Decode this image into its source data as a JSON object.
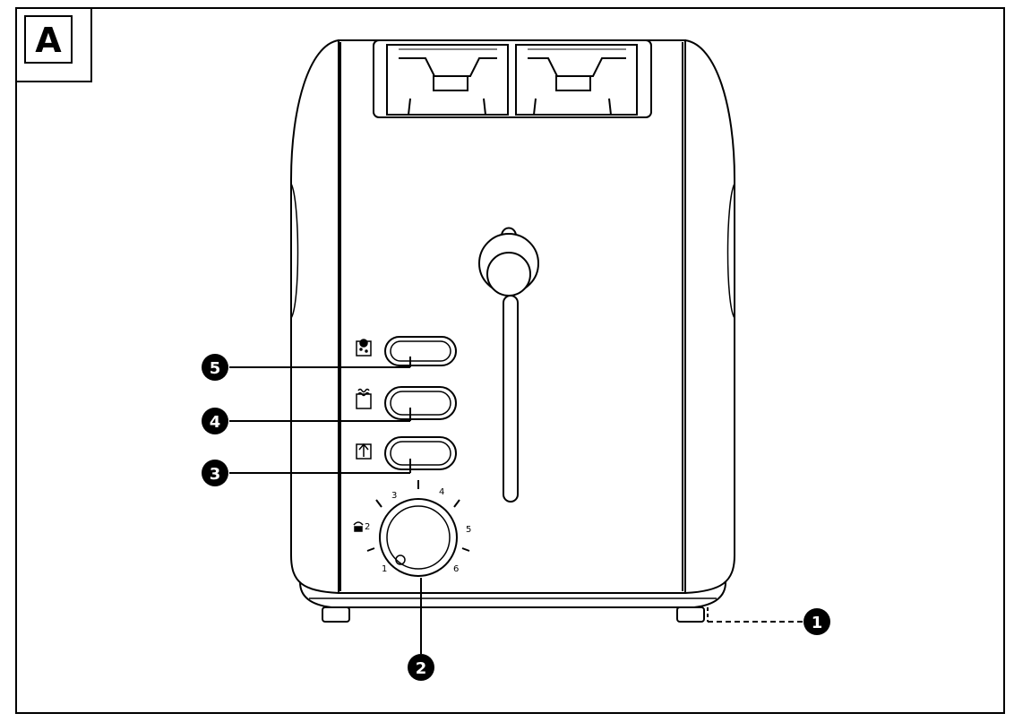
{
  "figure": {
    "panel_letter": "A"
  },
  "callouts": [
    {
      "id": "1",
      "text": "1"
    },
    {
      "id": "2",
      "text": "2"
    },
    {
      "id": "3",
      "text": "3"
    },
    {
      "id": "4",
      "text": "4"
    },
    {
      "id": "5",
      "text": "5"
    }
  ],
  "dial": {
    "marks": [
      "1",
      "2",
      "3",
      "4",
      "5",
      "6"
    ]
  },
  "icons": {
    "button_5": "defrost-icon",
    "button_4": "reheat-icon",
    "button_3": "cancel-eject-icon",
    "dial_side": "browning-icon"
  },
  "colors": {
    "line": "#000000",
    "background": "#ffffff"
  }
}
